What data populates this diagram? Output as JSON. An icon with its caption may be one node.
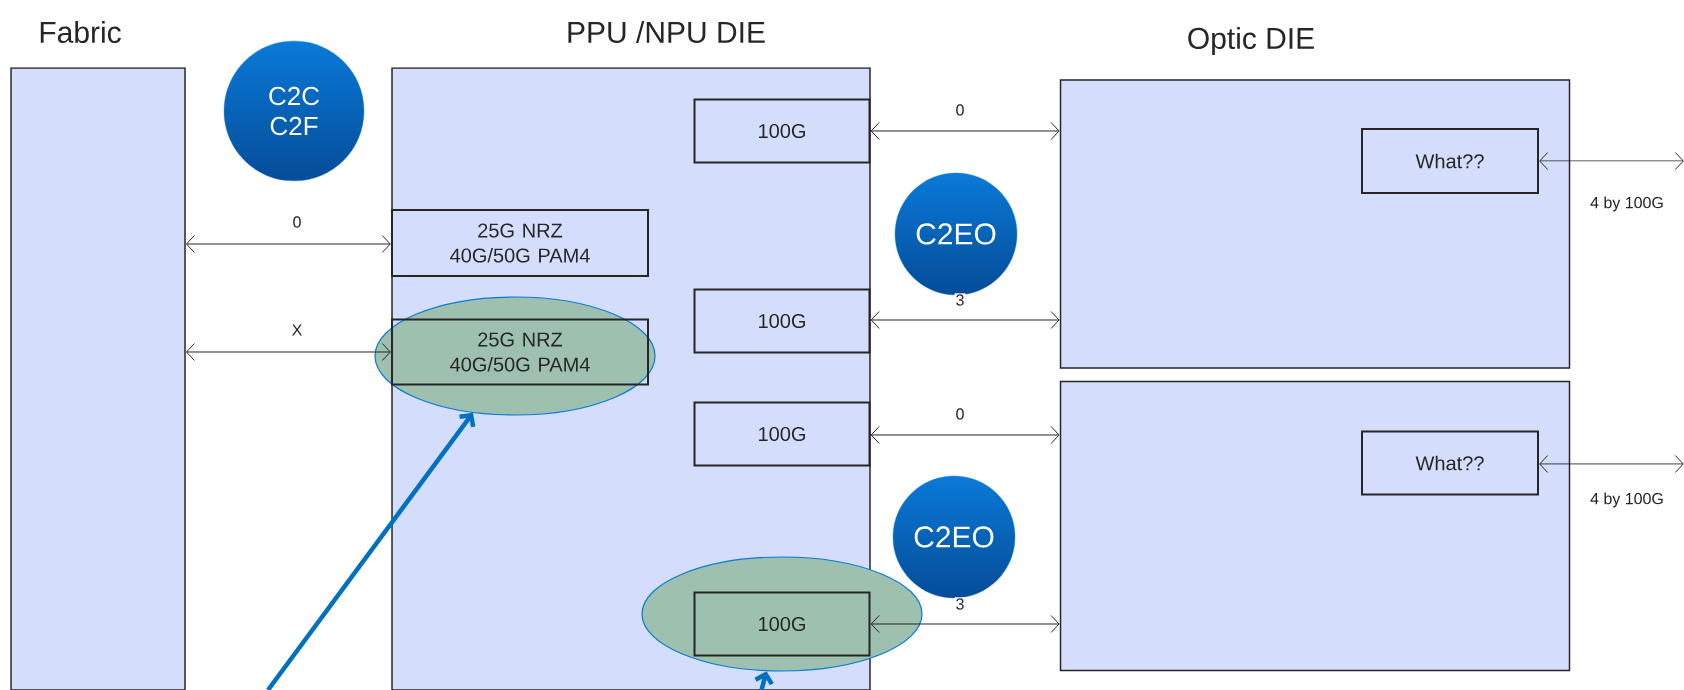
{
  "diagram": {
    "nodes": [
      {
        "text": [
          "Fabric"
        ]
      },
      {
        "text": [
          "C2C C2F"
        ]
      },
      {
        "text": [
          "PPU /NPU DIE"
        ]
      },
      {
        "text": [
          "100G"
        ],
        "in": 2
      },
      {
        "text": [
          "25G NRZ 40G/50G PAM4"
        ],
        "in": 2
      },
      {
        "text": [],
        "shape": "ellipse"
      },
      {
        "text": [
          "25G NRZ 40G/50G PAM4"
        ],
        "in": 5
      },
      {
        "text": [
          "100G"
        ],
        "in": 2
      },
      {
        "text": [
          "100G"
        ],
        "in": 2
      },
      {
        "text": [],
        "shape": "ellipse"
      },
      {
        "text": [
          "100G"
        ],
        "in": 9
      },
      {
        "text": [
          "C2EO"
        ]
      },
      {
        "text": [
          "C2EO"
        ]
      },
      {
        "text": [
          "Optic DIE"
        ]
      },
      {
        "text": [
          "What??"
        ],
        "in": 13
      },
      {
        "text": [],
        "shape": "box"
      },
      {
        "text": [
          "What??"
        ],
        "in": 15
      }
    ],
    "edges": [
      {
        "from": 0,
        "to": 4,
        "arrow": "both",
        "label": "0"
      },
      {
        "from": 0,
        "to": 6,
        "arrow": "both",
        "label": "X"
      },
      {
        "from": 3,
        "to": 13,
        "arrow": "both",
        "label": "0"
      },
      {
        "from": 7,
        "to": 13,
        "arrow": "both",
        "label": "3"
      },
      {
        "from": 8,
        "to": 15,
        "arrow": "both",
        "label": "0"
      },
      {
        "from": 10,
        "to": 15,
        "arrow": "both",
        "label": "3"
      },
      {
        "from": 14,
        "to": null,
        "arrow": "both",
        "label": "4 by 100G"
      },
      {
        "from": 16,
        "to": null,
        "arrow": "both",
        "label": "4 by 100G"
      },
      {
        "from": null,
        "to": 5,
        "arrow": "to",
        "style": "thick",
        "color": "#0070c0"
      },
      {
        "from": null,
        "to": 9,
        "arrow": "to",
        "style": "thick",
        "color": "#0070c0"
      }
    ]
  }
}
